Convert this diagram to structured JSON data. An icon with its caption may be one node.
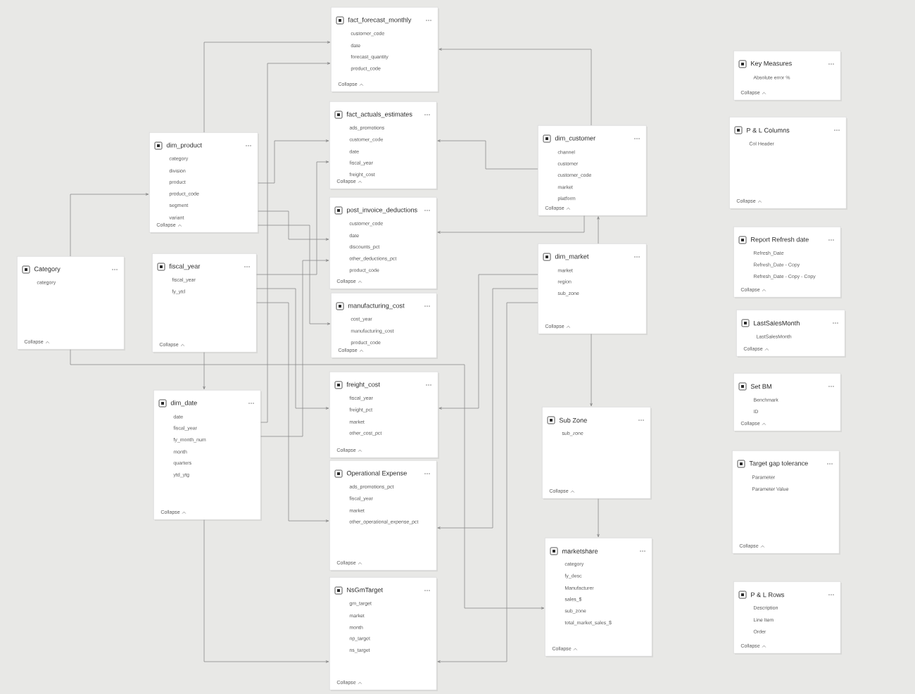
{
  "diagram": {
    "nodes": [
      {
        "text": [
          "Category",
          "category",
          "Collapse"
        ]
      },
      {
        "text": [
          "dim_product",
          "category",
          "division",
          "product",
          "product_code",
          "segment",
          "variant",
          "Collapse"
        ]
      },
      {
        "text": [
          "fiscal_year",
          "fiscal_year",
          "fy_ytd",
          "Collapse"
        ]
      },
      {
        "text": [
          "dim_date",
          "date",
          "fiscal_year",
          "fy_month_num",
          "month",
          "quarters",
          "ytd_ytg",
          "Collapse"
        ]
      },
      {
        "text": [
          "fact_forecast_monthly",
          "customer_code",
          "date",
          "forecast_quantity",
          "product_code",
          "Collapse"
        ]
      },
      {
        "text": [
          "fact_actuals_estimates",
          "ads_promotions",
          "customer_code",
          "date",
          "fiscal_year",
          "freight_cost",
          "Collapse"
        ]
      },
      {
        "text": [
          "post_invoice_deductions",
          "customer_code",
          "date",
          "discounts_pct",
          "other_deductions_pct",
          "product_code",
          "Collapse"
        ]
      },
      {
        "text": [
          "manufacturing_cost",
          "cost_year",
          "manufacturing_cost",
          "product_code",
          "Collapse"
        ]
      },
      {
        "text": [
          "freight_cost",
          "fiscal_year",
          "freight_pct",
          "market",
          "other_cost_pct",
          "Collapse"
        ]
      },
      {
        "text": [
          "Operational Expense",
          "ads_promotions_pct",
          "fiscal_year",
          "market",
          "other_operational_expense_pct",
          "Collapse"
        ]
      },
      {
        "text": [
          "NsGmTarget",
          "gm_target",
          "market",
          "month",
          "np_target",
          "ns_target",
          "Collapse"
        ]
      },
      {
        "text": [
          "dim_customer",
          "channel",
          "customer",
          "customer_code",
          "market",
          "platform",
          "Collapse"
        ]
      },
      {
        "text": [
          "dim_market",
          "market",
          "region",
          "sub_zone",
          "Collapse"
        ]
      },
      {
        "text": [
          "Sub Zone",
          "sub_zone",
          "Collapse"
        ]
      },
      {
        "text": [
          "marketshare",
          "category",
          "fy_desc",
          "Manufacturer",
          "sales_$",
          "sub_zone",
          "total_market_sales_$",
          "Collapse"
        ]
      },
      {
        "text": [
          "Key Measures",
          "Absolute error %",
          "Collapse"
        ]
      },
      {
        "text": [
          "P & L Columns",
          "Col Header",
          "Collapse"
        ]
      },
      {
        "text": [
          "Report Refresh date",
          "Refresh_Date",
          "Refresh_Date - Copy",
          "Refresh_Date - Copy - Copy",
          "Collapse"
        ]
      },
      {
        "text": [
          "LastSalesMonth",
          "LastSalesMonth",
          "Collapse"
        ]
      },
      {
        "text": [
          "Set BM",
          "Benchmark",
          "ID",
          "Collapse"
        ]
      },
      {
        "text": [
          "Target gap tolerance",
          "Parameter",
          "Parameter Value",
          "Collapse"
        ]
      },
      {
        "text": [
          "P & L Rows",
          "Description",
          "Line Item",
          "Order",
          "Collapse"
        ]
      }
    ],
    "edges": [
      {
        "from": 0,
        "to": 1,
        "arrow": "to"
      },
      {
        "from": 0,
        "to": 14,
        "arrow": "to"
      },
      {
        "from": 1,
        "to": 4,
        "arrow": "to"
      },
      {
        "from": 1,
        "to": 5,
        "arrow": "to"
      },
      {
        "from": 1,
        "to": 6,
        "arrow": "to"
      },
      {
        "from": 1,
        "to": 7,
        "arrow": "to"
      },
      {
        "from": 2,
        "to": 3,
        "arrow": "to"
      },
      {
        "from": 2,
        "to": 8,
        "arrow": "to"
      },
      {
        "from": 2,
        "to": 9,
        "arrow": "to"
      },
      {
        "from": 2,
        "to": 5,
        "arrow": "to"
      },
      {
        "from": 3,
        "to": 4,
        "arrow": "to"
      },
      {
        "from": 3,
        "to": 6,
        "arrow": "to"
      },
      {
        "from": 3,
        "to": 10,
        "arrow": "to"
      },
      {
        "from": 11,
        "to": 4,
        "arrow": "to"
      },
      {
        "from": 11,
        "to": 5,
        "arrow": "to"
      },
      {
        "from": 11,
        "to": 6,
        "arrow": "to"
      },
      {
        "from": 12,
        "to": 11,
        "arrow": "to"
      },
      {
        "from": 12,
        "to": 8,
        "arrow": "to"
      },
      {
        "from": 12,
        "to": 9,
        "arrow": "to"
      },
      {
        "from": 12,
        "to": 10,
        "arrow": "to"
      },
      {
        "from": 12,
        "to": 13,
        "arrow": "to"
      },
      {
        "from": 13,
        "to": 14,
        "arrow": "to"
      }
    ]
  }
}
